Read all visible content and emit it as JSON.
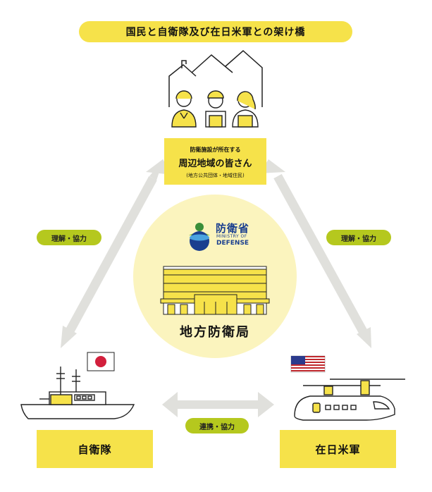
{
  "title": "国民と自衛隊及び在日米軍との架け橋",
  "residents": {
    "line1": "防衛施設が所在する",
    "line2": "周辺地域の皆さん",
    "line3": "(地方公共団体・地域住民)"
  },
  "relations": {
    "left": "理解・協力",
    "right": "理解・協力",
    "bottom": "連携・協力"
  },
  "center": {
    "logo_ja": "防衛省",
    "logo_en_small": "MINISTRY OF",
    "logo_en_large": "DEFENSE",
    "label": "地方防衛局"
  },
  "bottom_left": {
    "label": "自衛隊",
    "flag": "japan-flag"
  },
  "bottom_right": {
    "label": "在日米軍",
    "flag": "us-flag"
  },
  "colors": {
    "yellow": "#f6e24a",
    "green": "#b5c81e",
    "circle": "#fbf4be",
    "arrow": "#e0e0dc"
  }
}
